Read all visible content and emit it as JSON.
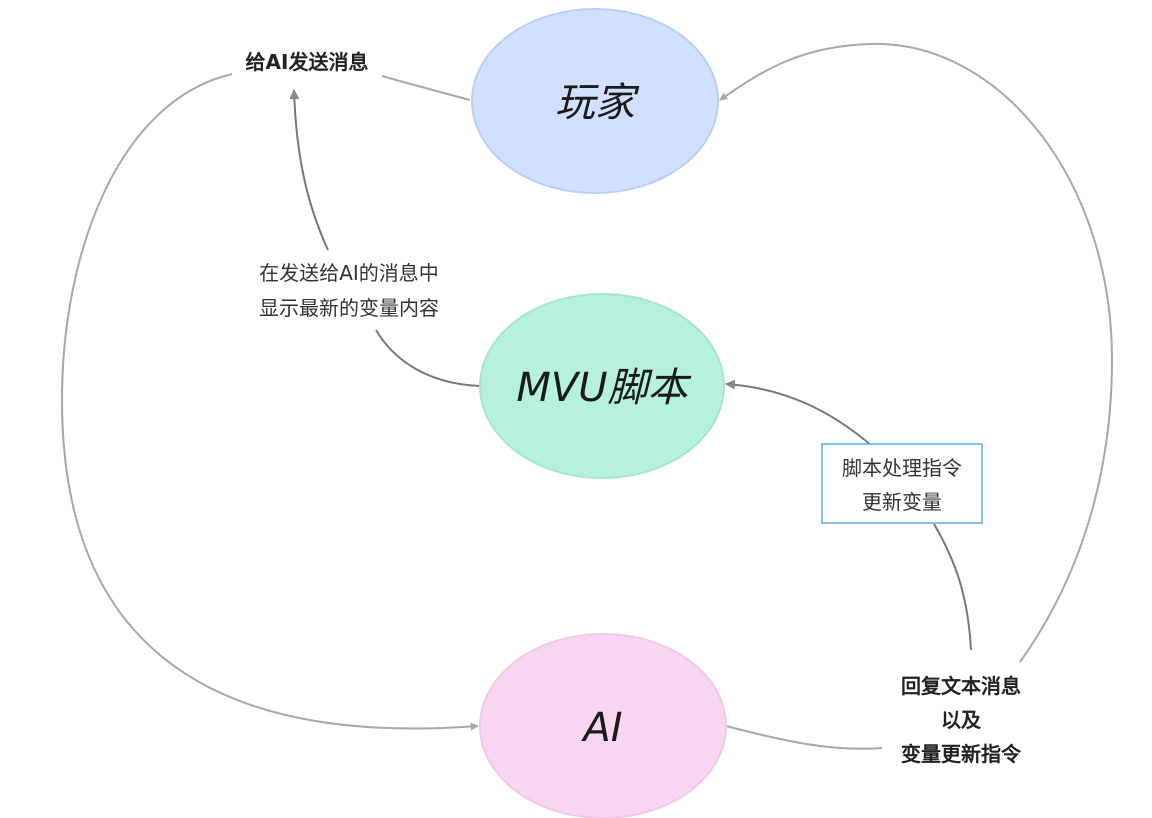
{
  "nodes": {
    "player": {
      "label": "玩家",
      "fill": "#d1e1fd",
      "stroke": "#b9cff8"
    },
    "mvu": {
      "label": "MVU脚本",
      "fill": "#b5f1dc",
      "stroke": "#a6e6cf"
    },
    "ai": {
      "label": "AI",
      "fill": "#f8d6f1",
      "stroke": "#f0c8e8"
    }
  },
  "edges": {
    "send_to_ai": {
      "label": "给AI发送消息"
    },
    "display_vars": {
      "lines": [
        "在发送给AI的消息中",
        "显示最新的变量内容"
      ]
    },
    "script_process": {
      "lines": [
        "脚本处理指令",
        "更新变量"
      ],
      "border": "#5aaee0"
    },
    "reply": {
      "lines": [
        "回复文本消息",
        "以及",
        "变量更新指令"
      ]
    }
  }
}
